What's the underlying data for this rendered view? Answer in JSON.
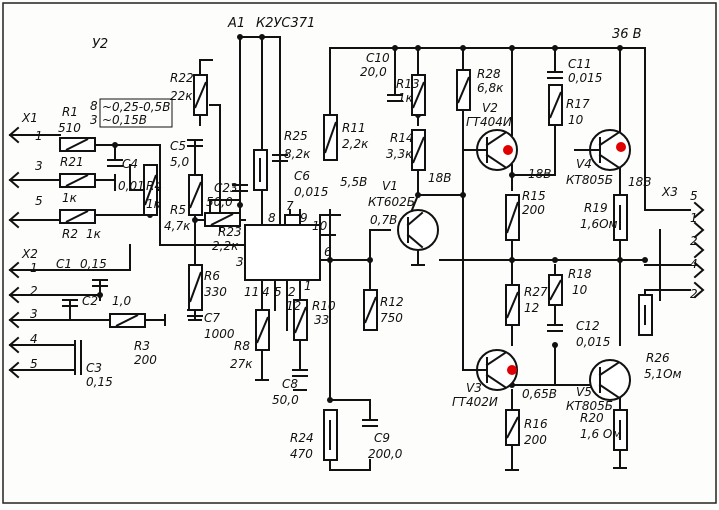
{
  "schematic": {
    "board": "У2",
    "ic": {
      "ref": "A1",
      "part": "К2УС371",
      "pins": [
        "3",
        "6",
        "7",
        "8",
        "9",
        "10",
        "11",
        "4",
        "5",
        "2",
        "12",
        "1"
      ]
    },
    "supply": "36 В",
    "connectors": {
      "x1": {
        "ref": "X1",
        "pins": [
          "1",
          "3",
          "5"
        ]
      },
      "x2": {
        "ref": "X2",
        "pins": [
          "1",
          "2",
          "3",
          "4",
          "5"
        ]
      },
      "x3": {
        "ref": "X3",
        "pins": [
          "5",
          "1",
          "2",
          "4",
          "2"
        ]
      }
    },
    "input_levels": [
      "8",
      "~0,25-0,5В",
      "3",
      "~0,15В"
    ],
    "resistors": [
      {
        "ref": "R1",
        "value": "510"
      },
      {
        "ref": "R21",
        "value": "1к"
      },
      {
        "ref": "R2",
        "value": "1к"
      },
      {
        "ref": "R4",
        "value": "1к"
      },
      {
        "ref": "R3",
        "value": "200"
      },
      {
        "ref": "R22",
        "value": "22к"
      },
      {
        "ref": "R5",
        "value": "4,7к"
      },
      {
        "ref": "R23",
        "value": "2,2к"
      },
      {
        "ref": "R6",
        "value": "330"
      },
      {
        "ref": "R8",
        "value": "27к"
      },
      {
        "ref": "R25",
        "value": "8,2к"
      },
      {
        "ref": "R10",
        "value": "33"
      },
      {
        "ref": "R11",
        "value": "2,2к"
      },
      {
        "ref": "R12",
        "value": "750"
      },
      {
        "ref": "R13",
        "value": "1к"
      },
      {
        "ref": "R14",
        "value": "3,3к"
      },
      {
        "ref": "R24",
        "value": "470"
      },
      {
        "ref": "R28",
        "value": "6,8к"
      },
      {
        "ref": "R15",
        "value": "200"
      },
      {
        "ref": "R27",
        "value": "12"
      },
      {
        "ref": "R16",
        "value": "200"
      },
      {
        "ref": "R17",
        "value": "10"
      },
      {
        "ref": "R18",
        "value": "10"
      },
      {
        "ref": "R19",
        "value": "1,6Ом"
      },
      {
        "ref": "R20",
        "value": "1,6 Ом"
      },
      {
        "ref": "R26",
        "value": "5,1Ом"
      }
    ],
    "capacitors": [
      {
        "ref": "C1",
        "value": "0,15"
      },
      {
        "ref": "C2",
        "value": "1,0"
      },
      {
        "ref": "C3",
        "value": "0,15"
      },
      {
        "ref": "C4",
        "value": "0,01"
      },
      {
        "ref": "C5",
        "value": "5,0"
      },
      {
        "ref": "C23",
        "value": "50,0"
      },
      {
        "ref": "C6",
        "value": "0,015"
      },
      {
        "ref": "C7",
        "value": "1000"
      },
      {
        "ref": "C8",
        "value": "50,0"
      },
      {
        "ref": "C9",
        "value": "200,0"
      },
      {
        "ref": "C10",
        "value": "20,0"
      },
      {
        "ref": "C11",
        "value": "0,015"
      },
      {
        "ref": "C12",
        "value": "0,015"
      }
    ],
    "transistors": [
      {
        "ref": "V1",
        "part": "КТ602Б"
      },
      {
        "ref": "V2",
        "part": "ГТ404И"
      },
      {
        "ref": "V3",
        "part": "ГТ402И"
      },
      {
        "ref": "V4",
        "part": "КТ805Б"
      },
      {
        "ref": "V5",
        "part": "КТ805Б"
      }
    ],
    "voltages": [
      "5,5В",
      "0,7В",
      "18В",
      "18В",
      "18В",
      "0,65В"
    ],
    "colors": {
      "ink": "#111111",
      "marker": "#e00000",
      "paper": "#fdfdfb"
    }
  }
}
